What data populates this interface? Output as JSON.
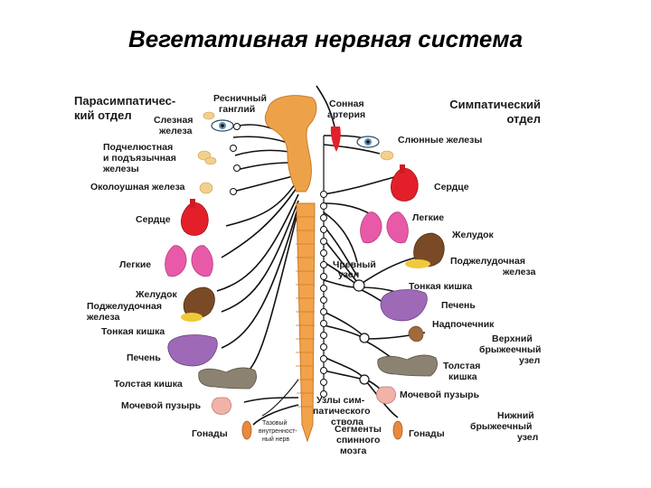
{
  "title": "Вегетативная нервная система",
  "sections": {
    "parasympathetic_1": "Парасимпатичес-",
    "parasympathetic_2": "кий отдел",
    "sympathetic_1": "Симпатический",
    "sympathetic_2": "отдел"
  },
  "left_labels": {
    "ciliary_1": "Ресничный",
    "ciliary_2": "ганглий",
    "lacrimal_1": "Слезная",
    "lacrimal_2": "железа",
    "submandibular_1": "Подчелюстная",
    "submandibular_2": "и подъязычная",
    "submandibular_3": "железы",
    "parotid": "Околоушная железа",
    "heart": "Сердце",
    "lungs": "Легкие",
    "stomach": "Желудок",
    "pancreas_1": "Поджелудочная",
    "pancreas_2": "железа",
    "small_intestine": "Тонкая кишка",
    "liver": "Печень",
    "colon": "Толстая кишка",
    "bladder": "Мочевой пузырь",
    "gonads": "Гонады",
    "pelvic_1": "Тазовый",
    "pelvic_2": "внутренност-",
    "pelvic_3": "ный нерв"
  },
  "right_labels": {
    "carotid_1": "Сонная",
    "carotid_2": "артерия",
    "salivary": "Слюнные железы",
    "heart": "Сердце",
    "lungs": "Легкие",
    "stomach": "Желудок",
    "celiac_1": "Чревный",
    "celiac_2": "узел",
    "pancreas_1": "Поджелудочная",
    "pancreas_2": "железа",
    "small_intestine": "Тонкая кишка",
    "liver": "Печень",
    "adrenal": "Надпочечник",
    "sup_mesenteric_1": "Верхний",
    "sup_mesenteric_2": "брыжеечный",
    "sup_mesenteric_3": "узел",
    "colon_1": "Толстая",
    "colon_2": "кишка",
    "bladder": "Мочевой пузырь",
    "chain_1": "Узлы сим-",
    "chain_2": "патического",
    "chain_3": "ствола",
    "segments_1": "Сегменты",
    "segments_2": "спинного",
    "segments_3": "мозга",
    "gonads": "Гонады",
    "inf_mesenteric_1": "Нижний",
    "inf_mesenteric_2": "брыжеечный",
    "inf_mesenteric_3": "узел"
  },
  "colors": {
    "spine": "#f2a24a",
    "brain": "#eda24a",
    "heart": "#e3202a",
    "lungs": "#e85aa8",
    "stomach": "#7a4a26",
    "pancreas": "#f0c93a",
    "liver": "#9e6ab8",
    "colon": "#8c8272",
    "bladder": "#f1b3a8",
    "gonads": "#e8893e",
    "gland": "#f3d08a",
    "eye": "#5b8fb5"
  }
}
